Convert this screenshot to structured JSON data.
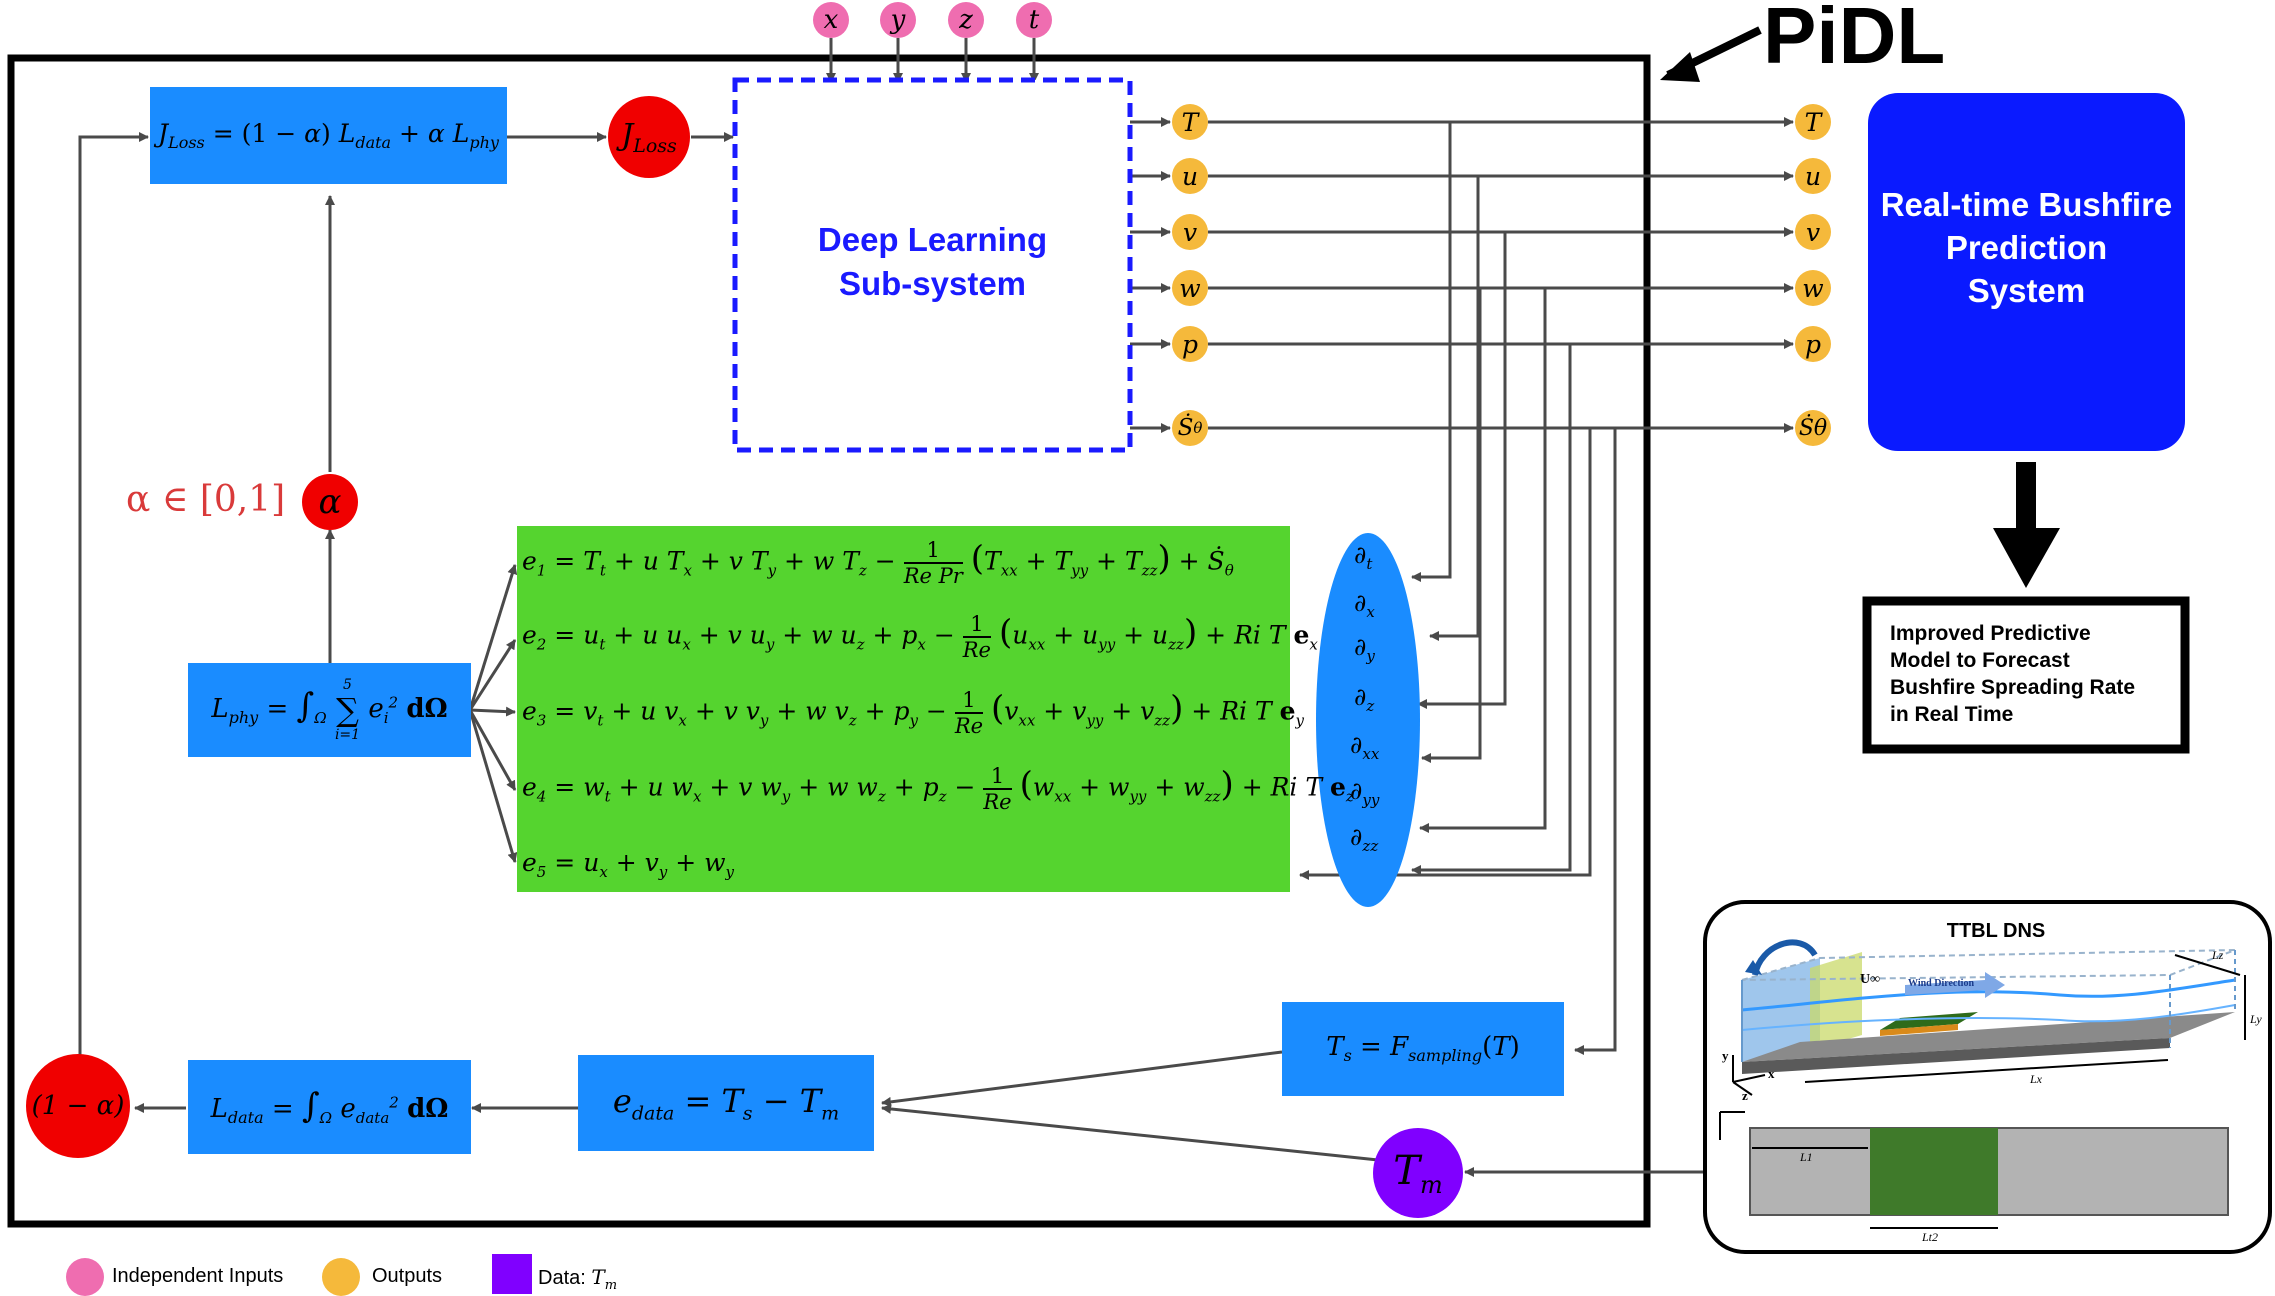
{
  "title": "PiDL",
  "dl_subsystem": {
    "line1": "Deep Learning",
    "line2": "Sub-system"
  },
  "inputs": [
    "x",
    "y",
    "z",
    "t"
  ],
  "outputs": [
    "T",
    "u",
    "v",
    "w",
    "p",
    "Ṡθ"
  ],
  "loss_box": "J_Loss = (1 − α) L_data + α L_phy",
  "jloss_node": "J_Loss",
  "alpha_label": "α ∈ [0,1]",
  "alpha_node": "α",
  "lphy_box": "L_phy = ∫_Ω Σ_{i=1}^{5} e_i² dΩ",
  "equations": [
    "e1 = T_t + u T_x + v T_y + w T_z − 1/(Re Pr) (T_xx + T_yy + T_zz) + Ṡθ",
    "e2 = u_t + u u_x + v u_y + w u_z + p_x − 1/Re (u_xx + u_yy + u_zz) + Ri T e_x",
    "e3 = v_t + u v_x + v v_y + w v_z + p_y − 1/Re (v_xx + v_yy + v_zz) + Ri T e_y",
    "e4 = w_t + u w_x + v w_y + w w_z + p_z − 1/Re (w_xx + w_yy + w_zz) + Ri T e_z",
    "e5 = u_x + v_y + w_y"
  ],
  "derivatives": [
    "∂t",
    "∂x",
    "∂y",
    "∂z",
    "∂xx",
    "∂yy",
    "∂zz"
  ],
  "ts_box": "T_s = F_sampling(T)",
  "edata_box": "e_data = T_s − T_m",
  "ldata_box": "L_data = ∫_Ω e_data² dΩ",
  "one_minus_alpha": "(1 − α)",
  "tm_node": "T_m",
  "realtime": {
    "line1": "Real-time Bushfire",
    "line2": "Prediction",
    "line3": "System"
  },
  "improved": {
    "line1": "Improved Predictive",
    "line2": "Model to Forecast",
    "line3": "Bushfire Spreading Rate",
    "line4": "in Real Time"
  },
  "dns": {
    "title": "TTBL DNS",
    "wind": "Wind Direction",
    "u_inf": "U∞",
    "lz": "Lz",
    "ly": "Ly",
    "lx": "Lx",
    "l1": "L1",
    "lt2": "Lt2",
    "ax_y": "y",
    "ax_x": "x",
    "ax_z": "z"
  },
  "legend": {
    "independent": "Independent Inputs",
    "outputs": "Outputs",
    "data": "Data:",
    "data_sym": "T"
  },
  "colors": {
    "blue_box": "#1a8cff",
    "green_box": "#55d42f",
    "red_node": "#f00000",
    "pink_input": "#ef6db0",
    "orange_output": "#f5b93b",
    "purple_data": "#8000ff",
    "dl_text": "#1a1aff",
    "realtime_box": "#0a1aff",
    "alpha_label": "#d93a3a",
    "ellipse": "#1a8cff"
  }
}
